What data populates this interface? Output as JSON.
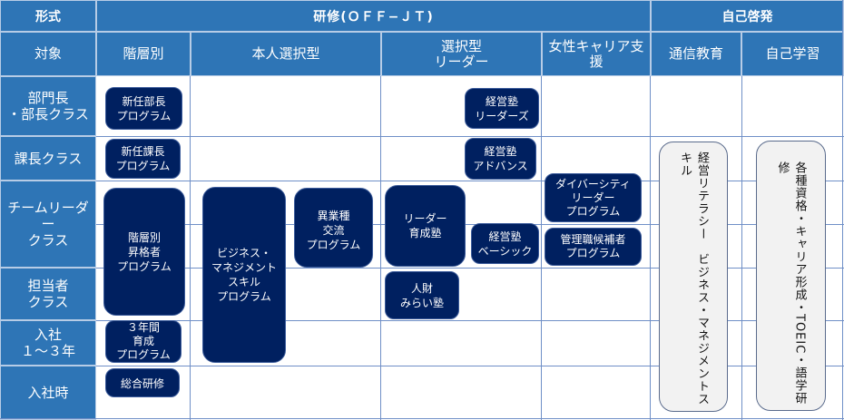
{
  "header": {
    "format_label": "形式",
    "offjt_label": "研修(ＯＦＦ−ＪＴ)",
    "selfdev_label": "自己啓発"
  },
  "columns": {
    "target": "対象",
    "hierarchy": "階層別",
    "self_select": "本人選択型",
    "select_leader": "選択型\nリーダー",
    "women_career": "女性キャリア支\n援",
    "correspondence": "通信教育",
    "self_study": "自己学習"
  },
  "rows": {
    "dept_manager": "部門長\n・部長クラス",
    "section_manager": "課長クラス",
    "team_leader": "チームリーダー\nクラス",
    "staff": "担当者\nクラス",
    "year1to3": "入社\n１～３年",
    "new_hire": "入社時"
  },
  "programs": {
    "new_dept_manager": "新任部長\nプログラム",
    "new_section_manager": "新任課長\nプログラム",
    "promotion": "階層別\n昇格者\nプログラム",
    "three_year": "３年間\n育成\nプログラム",
    "general_training": "総合研修",
    "business_mgmt_skill": "ビジネス・\nマネジメント\nスキル\nプログラム",
    "cross_industry": "異業種\n交流\nプログラム",
    "leader_academy": "リーダー\n育成塾",
    "talent_future": "人財\nみらい塾",
    "mgmt_leaders": "経営塾\nリーダーズ",
    "mgmt_advance": "経営塾\nアドバンス",
    "mgmt_basic": "経営塾\nベーシック",
    "diversity_leader": "ダイバーシティ\nリーダー\nプログラム",
    "mgmt_candidate": "管理職候補者\nプログラム",
    "correspondence_course": "経営リテラシー　ビジネス・マネジメントスキル",
    "self_study_course": "各種資格・キャリア形成・TOEIC・語学研修"
  },
  "colors": {
    "header_blue": "#2e75b6",
    "program_navy": "#002060",
    "self_dev_box": "#f2f2f2",
    "grid_line": "#6f8fc7"
  }
}
